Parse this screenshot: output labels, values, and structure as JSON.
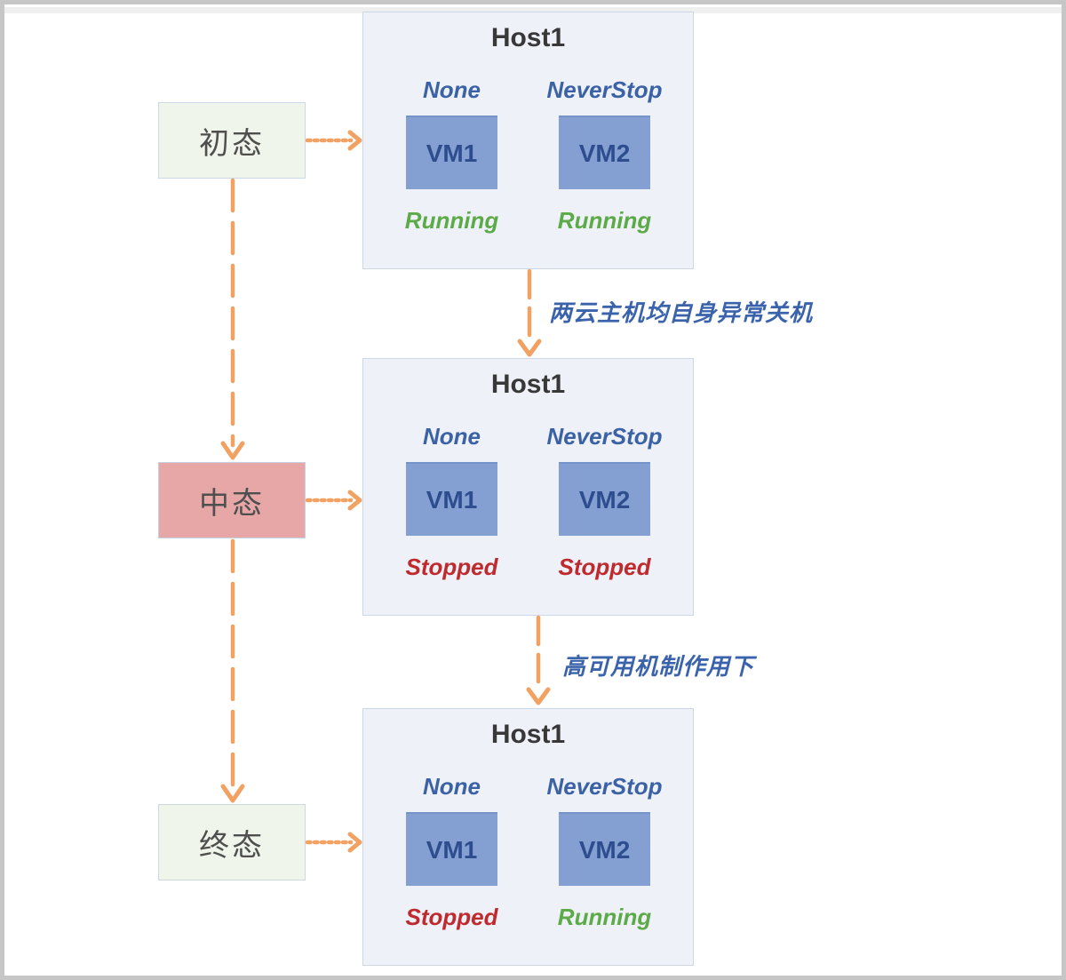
{
  "diagram": {
    "states": [
      {
        "label": "初态",
        "variant": "green"
      },
      {
        "label": "中态",
        "variant": "pink"
      },
      {
        "label": "终态",
        "variant": "green"
      }
    ],
    "hosts": [
      {
        "title": "Host1",
        "vms": [
          {
            "policy": "None",
            "name": "VM1",
            "status": "Running"
          },
          {
            "policy": "NeverStop",
            "name": "VM2",
            "status": "Running"
          }
        ]
      },
      {
        "title": "Host1",
        "vms": [
          {
            "policy": "None",
            "name": "VM1",
            "status": "Stopped"
          },
          {
            "policy": "NeverStop",
            "name": "VM2",
            "status": "Stopped"
          }
        ]
      },
      {
        "title": "Host1",
        "vms": [
          {
            "policy": "None",
            "name": "VM1",
            "status": "Stopped"
          },
          {
            "policy": "NeverStop",
            "name": "VM2",
            "status": "Running"
          }
        ]
      }
    ],
    "transitions": [
      {
        "label": "两云主机均自身异常关机"
      },
      {
        "label": "高可用机制作用下"
      }
    ],
    "colors": {
      "arrow": "#f1a263",
      "running_status": "#5caa48",
      "stopped_status": "#bf2a2e",
      "policy_label": "#3a62a5",
      "transition_label": "#3a63ac",
      "vm_box_fill": "#84a0d2",
      "vm_box_text": "#2d4d8e",
      "host_background": "#eef1f8",
      "host_border": "#ccd7ea",
      "state_green_background": "#eff5ea",
      "state_pink_background": "#e7a7a7",
      "frame_border": "#c6c6c6"
    }
  }
}
